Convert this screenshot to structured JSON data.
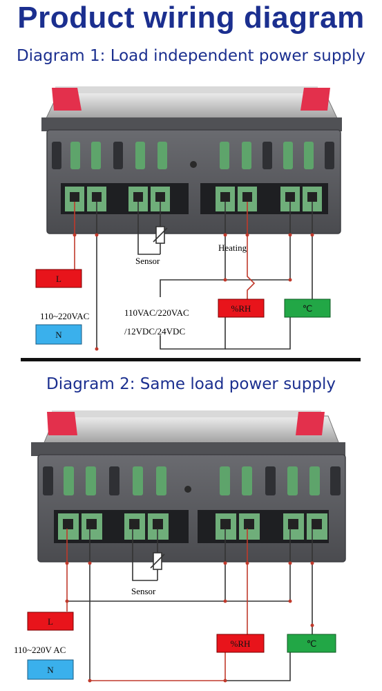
{
  "title": "Product wiring diagram",
  "diagram1": {
    "subtitle": "Diagram 1: Load independent power supply",
    "sensor_label": "Sensor",
    "heating_label": "Heating",
    "supply_label": "110~220VAC",
    "load_supply_line1": "110VAC/220VAC",
    "load_supply_line2": "/12VDC/24VDC",
    "terminal_l": "L",
    "terminal_n": "N",
    "humidity_box": "%RH",
    "temp_box": "℃"
  },
  "diagram2": {
    "subtitle": "Diagram 2: Same load power supply",
    "sensor_label": "Sensor",
    "supply_label": "110~220V AC",
    "terminal_l": "L",
    "terminal_n": "N",
    "humidity_box": "%RH",
    "temp_box": "℃"
  },
  "colors": {
    "title": "#1b2f8f",
    "l_box": "#e8141b",
    "n_box": "#3ab0ec",
    "rh_box": "#e8141b",
    "temp_box": "#22a746",
    "wire_red": "#c0392b",
    "housing": "#595a5e"
  }
}
